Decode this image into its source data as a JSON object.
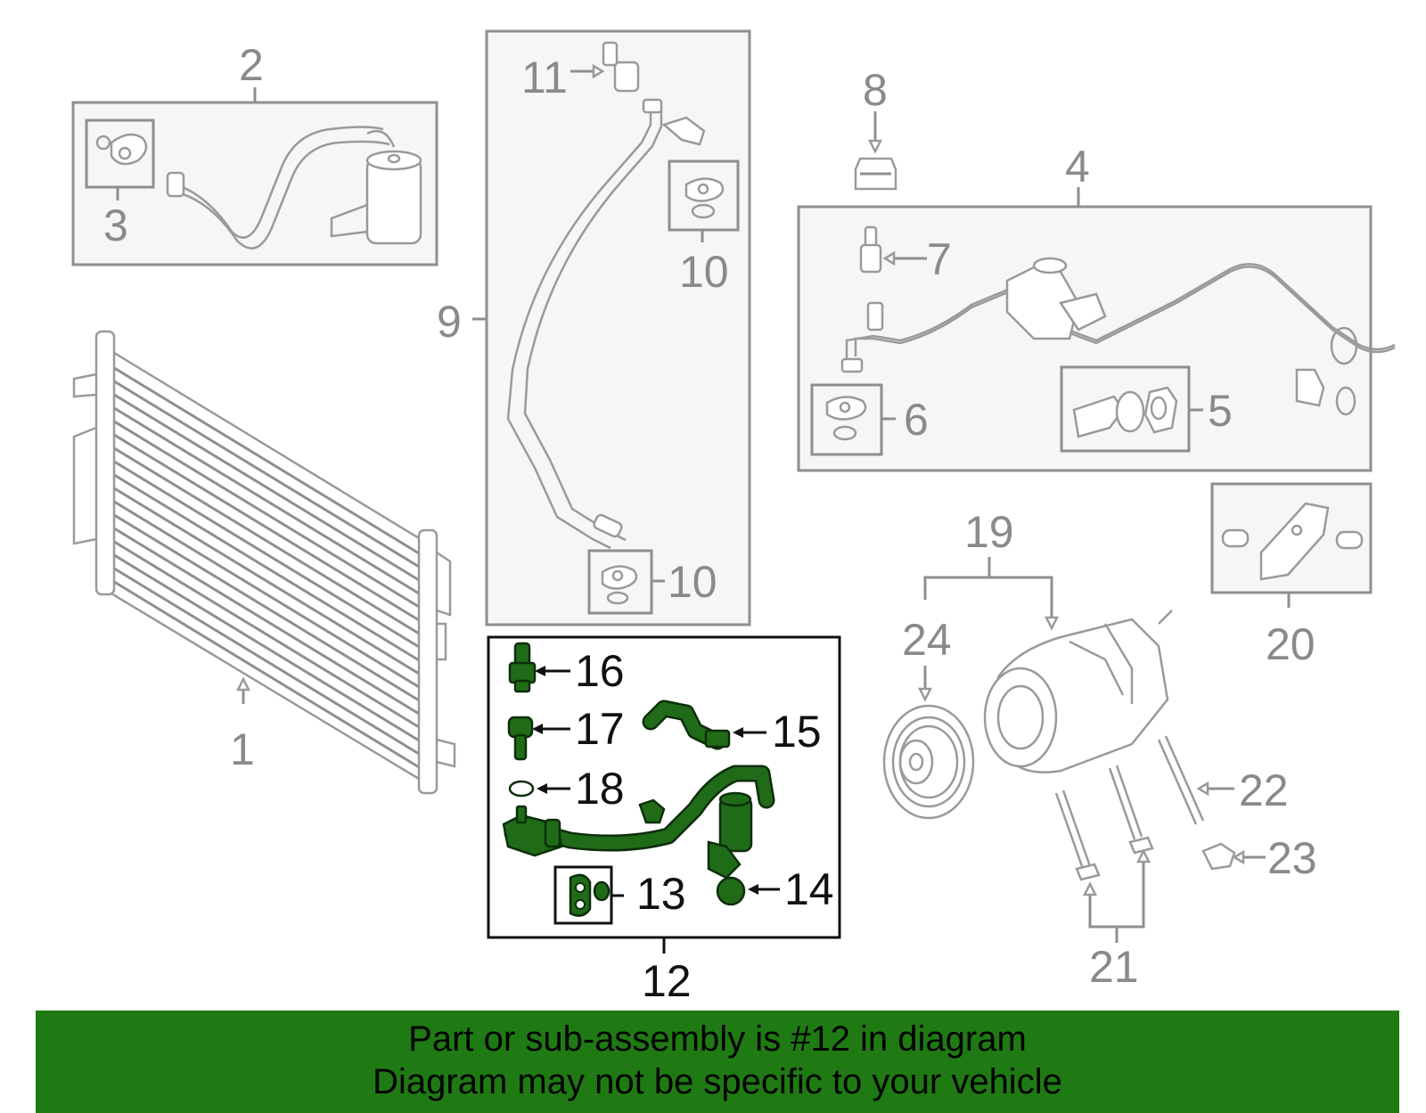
{
  "callouts": {
    "c1": "1",
    "c2": "2",
    "c3": "3",
    "c4": "4",
    "c5": "5",
    "c6": "6",
    "c7": "7",
    "c8": "8",
    "c9": "9",
    "c10a": "10",
    "c10b": "10",
    "c11": "11",
    "c12": "12",
    "c13": "13",
    "c14": "14",
    "c15": "15",
    "c16": "16",
    "c17": "17",
    "c18": "18",
    "c19": "19",
    "c20": "20",
    "c21": "21",
    "c22": "22",
    "c23": "23",
    "c24": "24"
  },
  "highlighted_part": "12",
  "colors": {
    "highlight": "#1f6b18",
    "banner": "#1f7a14",
    "line_grey": "#8f8f8f",
    "box_fill": "#f6f6f6"
  },
  "banner": {
    "line1": "Part or sub-assembly is #12 in diagram",
    "line2": "Diagram may not be specific to your vehicle"
  }
}
